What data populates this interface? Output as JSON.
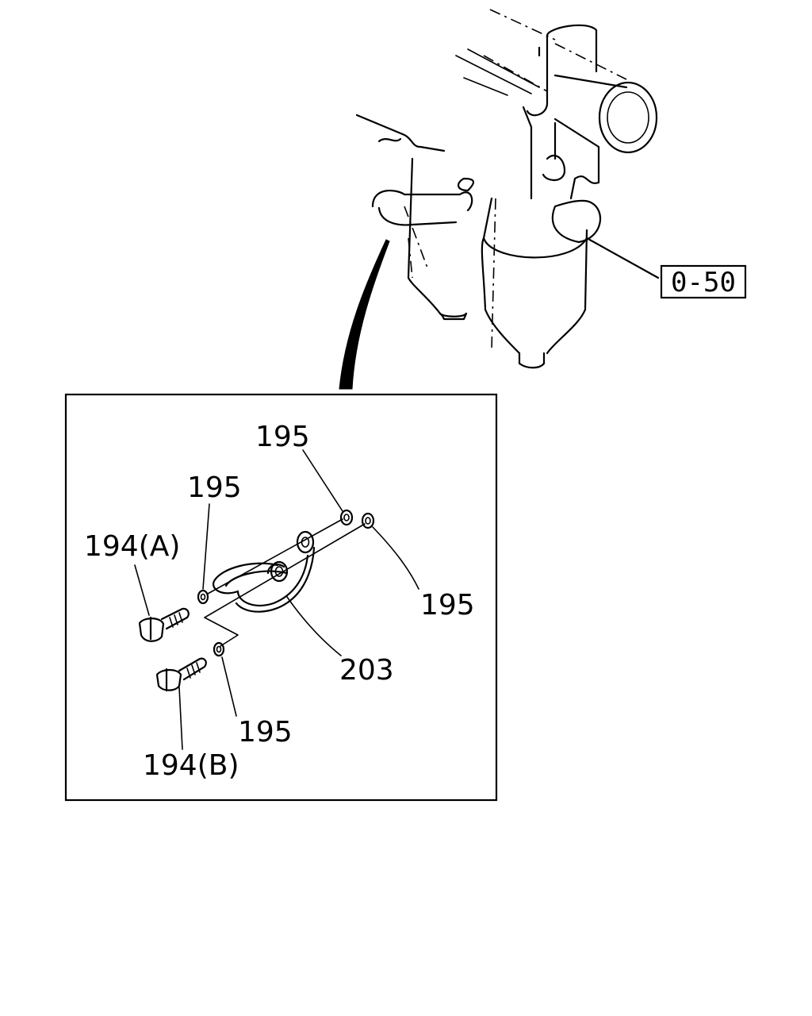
{
  "assembly_ref": "0-50",
  "callouts": {
    "washer_top": "195",
    "washer_left": "195",
    "washer_right": "195",
    "washer_bottom": "195",
    "bolt_a": "194(A)",
    "bolt_b": "194(B)",
    "pipe": "203"
  }
}
